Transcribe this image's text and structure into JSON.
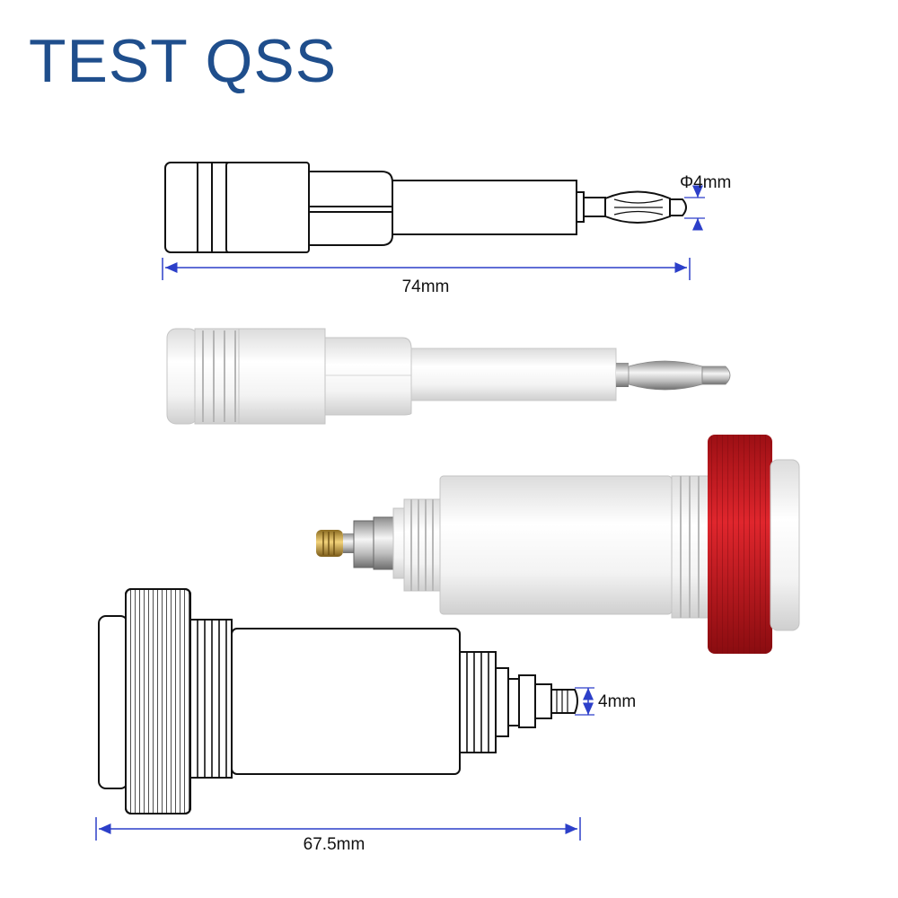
{
  "brand": {
    "text": "TEST QSS"
  },
  "dimensions": {
    "plug_length": "74mm",
    "plug_pin_diameter": "Φ4mm",
    "socket_length": "67.5mm",
    "socket_stud": "4mm"
  },
  "colors": {
    "brand": "#1f4e8c",
    "dimension_line": "#2c3fc9",
    "body_white": "#f0f0f0",
    "knurl_red": "#c8161d",
    "brass": "#c9a24a"
  }
}
